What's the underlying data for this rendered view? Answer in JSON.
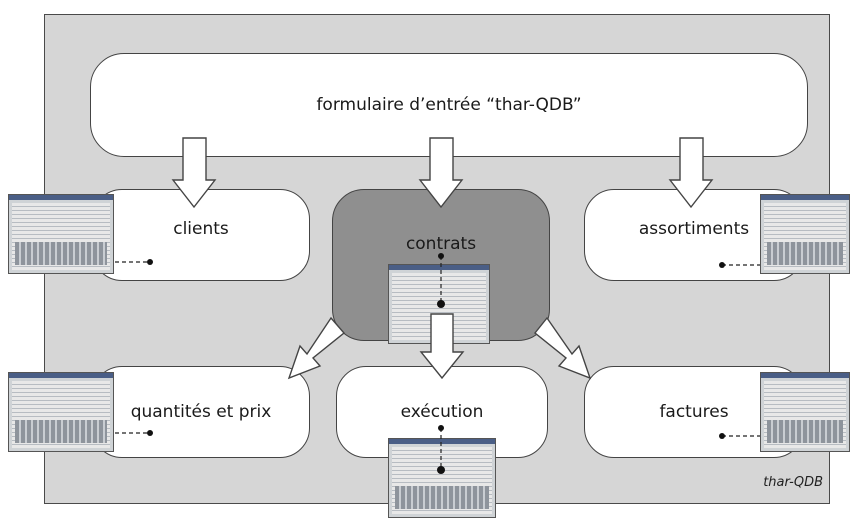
{
  "title": "formulaire d’entrée “thar-QDB”",
  "modules": {
    "clients": "clients",
    "contrats": "contrats",
    "assortiments": "assortiments",
    "quantites": "quantités et prix",
    "execution": "exécution",
    "factures": "factures"
  },
  "watermark": "thar-QDB",
  "colors": {
    "panel": "#d6d6d6",
    "highlight": "#8f8f8f",
    "box": "#ffffff",
    "line": "#444444"
  }
}
